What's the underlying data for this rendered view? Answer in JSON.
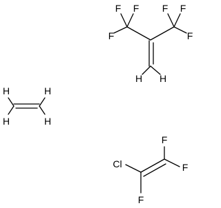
{
  "molecules": [
    {
      "atoms": [
        {
          "id": "hfib-f1",
          "label": "F"
        },
        {
          "id": "hfib-f2",
          "label": "F"
        },
        {
          "id": "hfib-f3",
          "label": "F"
        },
        {
          "id": "hfib-f4",
          "label": "F"
        },
        {
          "id": "hfib-f5",
          "label": "F"
        },
        {
          "id": "hfib-f6",
          "label": "F"
        },
        {
          "id": "hfib-h1",
          "label": "H"
        },
        {
          "id": "hfib-h2",
          "label": "H"
        }
      ]
    },
    {
      "atoms": [
        {
          "id": "eth-h1",
          "label": "H"
        },
        {
          "id": "eth-h2",
          "label": "H"
        },
        {
          "id": "eth-h3",
          "label": "H"
        },
        {
          "id": "eth-h4",
          "label": "H"
        }
      ]
    },
    {
      "atoms": [
        {
          "id": "ctfe-cl",
          "label": "Cl"
        },
        {
          "id": "ctfe-f1",
          "label": "F"
        },
        {
          "id": "ctfe-f2",
          "label": "F"
        },
        {
          "id": "ctfe-f3",
          "label": "F"
        }
      ]
    }
  ]
}
